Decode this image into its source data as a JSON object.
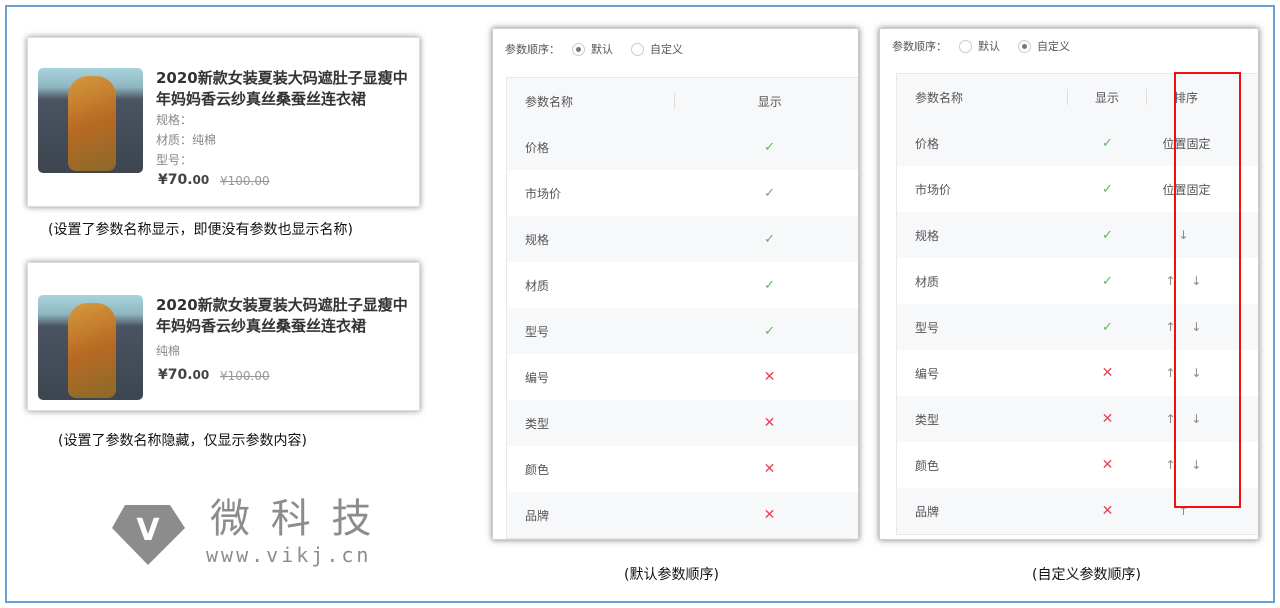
{
  "cards": [
    {
      "title": "2020新款女装夏装大码遮肚子显瘦中年妈妈香云纱真丝桑蚕丝连衣裙",
      "params": [
        "规格：",
        "材质：纯棉",
        "型号："
      ],
      "price": "¥70.",
      "price_dec": "00",
      "old_price": "¥100.00",
      "caption": "(设置了参数名称显示，即便没有参数也显示名称)"
    },
    {
      "title": "2020新款女装夏装大码遮肚子显瘦中年妈妈香云纱真丝桑蚕丝连衣裙",
      "params": [
        "纯棉"
      ],
      "price": "¥70.",
      "price_dec": "00",
      "old_price": "¥100.00",
      "caption": "(设置了参数名称隐藏，仅显示参数内容)"
    }
  ],
  "order_label": "参数顺序：",
  "radio_default": "默认",
  "radio_custom": "自定义",
  "col_name": "参数名称",
  "col_show": "显示",
  "col_sort": "排序",
  "rows": [
    {
      "name": "价格",
      "show": "✓",
      "sort": "位置固定"
    },
    {
      "name": "市场价",
      "show": "✓",
      "sort": "位置固定"
    },
    {
      "name": "规格",
      "show": "✓",
      "sort": "↓"
    },
    {
      "name": "材质",
      "show": "✓",
      "sort": "↑ ↓"
    },
    {
      "name": "型号",
      "show": "✓",
      "sort": "↑ ↓"
    },
    {
      "name": "编号",
      "show": "✕",
      "sort": "↑ ↓"
    },
    {
      "name": "类型",
      "show": "✕",
      "sort": "↑ ↓"
    },
    {
      "name": "颜色",
      "show": "✕",
      "sort": "↑ ↓"
    },
    {
      "name": "品牌",
      "show": "✕",
      "sort": "↑"
    }
  ],
  "caption_default": "(默认参数顺序)",
  "caption_custom": "(自定义参数顺序)",
  "watermark": {
    "logo": "V",
    "name": "微 科 技",
    "url": "www.vikj.cn"
  },
  "colors": {
    "check": "#5cb85c",
    "cross": "#e8435a",
    "highlight": "#f01010",
    "frame": "#6a9fd4"
  }
}
